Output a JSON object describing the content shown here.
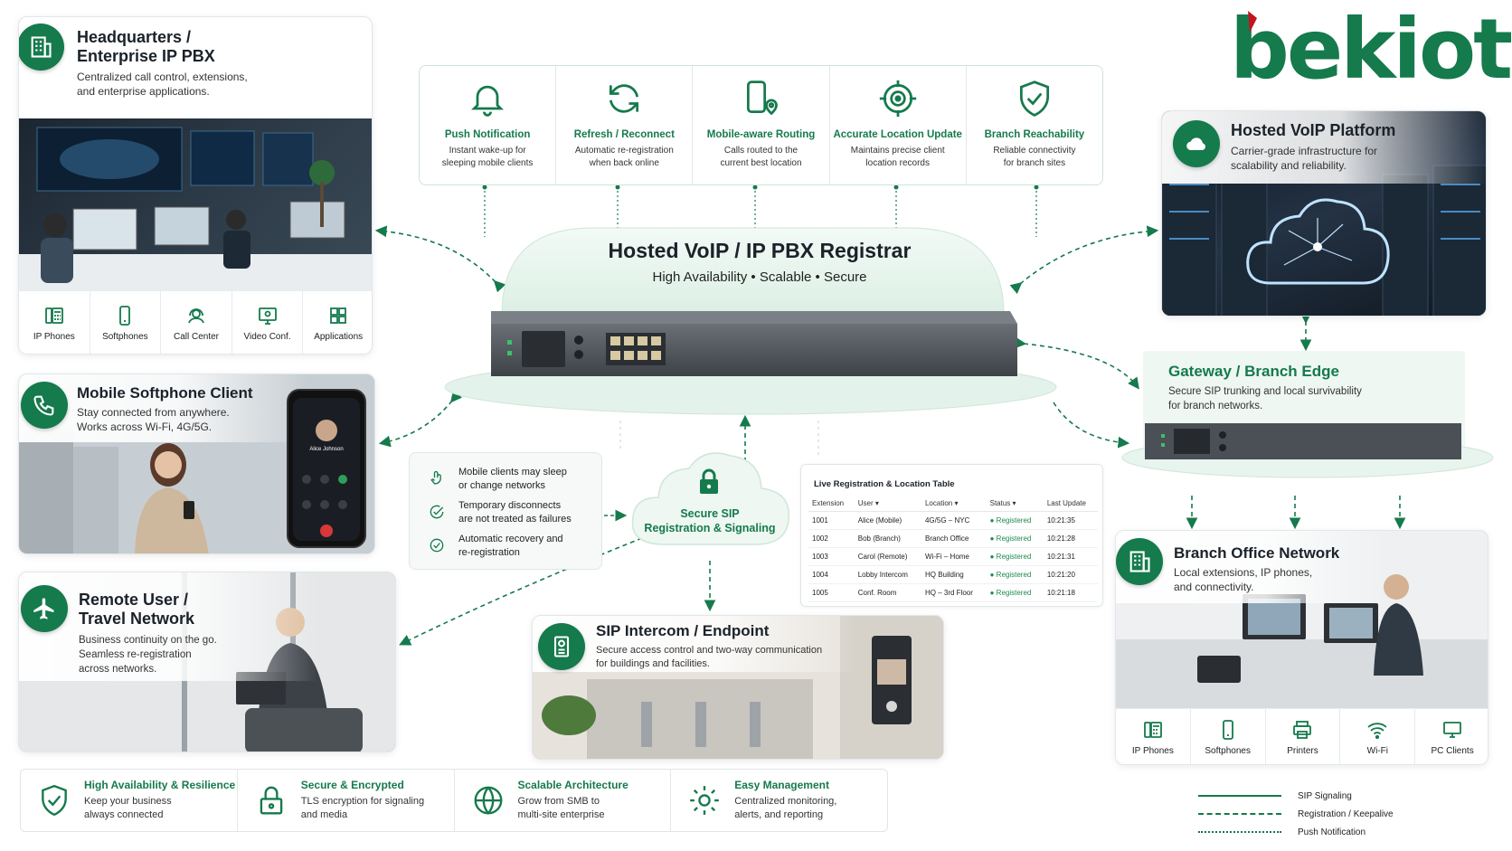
{
  "brand": {
    "logo_text": "bekiot",
    "primary": "#157a4c",
    "accent": "#c0151f"
  },
  "hq": {
    "title_1": "Headquarters /",
    "title_2": "Enterprise IP PBX",
    "desc_1": "Centralized call control, extensions,",
    "desc_2": "and enterprise applications.",
    "icons": [
      {
        "label": "IP Phones",
        "icon": "desk-phone-icon"
      },
      {
        "label": "Softphones",
        "icon": "smartphone-icon"
      },
      {
        "label": "Call Center",
        "icon": "headset-icon"
      },
      {
        "label": "Video Conf.",
        "icon": "video-conference-icon"
      },
      {
        "label": "Applications",
        "icon": "applications-icon"
      }
    ]
  },
  "mobile": {
    "title": "Mobile Softphone Client",
    "desc_1": "Stay connected from anywhere.",
    "desc_2": "Works across Wi-Fi, 4G/5G.",
    "caller": "Alice Johnson"
  },
  "remote": {
    "title_1": "Remote User /",
    "title_2": "Travel Network",
    "desc_1": "Business continuity on the go.",
    "desc_2": "Seamless re-registration",
    "desc_3": "across networks."
  },
  "features": [
    {
      "title": "Push Notification",
      "desc_1": "Instant wake-up for",
      "desc_2": "sleeping mobile clients",
      "icon": "bell-icon"
    },
    {
      "title": "Refresh / Reconnect",
      "desc_1": "Automatic re-registration",
      "desc_2": "when back online",
      "icon": "refresh-icon"
    },
    {
      "title": "Mobile-aware Routing",
      "desc_1": "Calls routed to the",
      "desc_2": "current best location",
      "icon": "mobile-location-icon"
    },
    {
      "title": "Accurate Location Update",
      "desc_1": "Maintains precise client",
      "desc_2": "location records",
      "icon": "target-icon"
    },
    {
      "title": "Branch Reachability",
      "desc_1": "Reliable connectivity",
      "desc_2": "for branch sites",
      "icon": "shield-check-icon"
    }
  ],
  "registrar": {
    "title": "Hosted VoIP / IP PBX Registrar",
    "subtitle": "High Availability • Scalable • Secure"
  },
  "hosted": {
    "title": "Hosted VoIP Platform",
    "desc_1": "Carrier-grade infrastructure for",
    "desc_2": "scalability and reliability."
  },
  "gateway": {
    "title": "Gateway / Branch Edge",
    "desc_1": "Secure SIP trunking and local survivability",
    "desc_2": "for branch networks."
  },
  "checklist": [
    {
      "line_1": "Mobile clients may sleep",
      "line_2": "or change networks",
      "icon": "touch-icon"
    },
    {
      "line_1": "Temporary disconnects",
      "line_2": "are not treated as failures",
      "icon": "check-icon"
    },
    {
      "line_1": "Automatic recovery and",
      "line_2": "re-registration",
      "icon": "check-box-icon"
    }
  ],
  "secure_cloud": {
    "line_1": "Secure SIP",
    "line_2": "Registration & Signaling"
  },
  "reg_table": {
    "title": "Live Registration & Location Table",
    "headers": [
      "Extension",
      "User ▾",
      "Location ▾",
      "Status ▾",
      "Last Update"
    ],
    "rows": [
      {
        "ext": "1001",
        "user": "Alice (Mobile)",
        "loc": "4G/5G – NYC",
        "status": "Registered",
        "time": "10:21:35"
      },
      {
        "ext": "1002",
        "user": "Bob (Branch)",
        "loc": "Branch Office",
        "status": "Registered",
        "time": "10:21:28"
      },
      {
        "ext": "1003",
        "user": "Carol (Remote)",
        "loc": "Wi-Fi – Home",
        "status": "Registered",
        "time": "10:21:31"
      },
      {
        "ext": "1004",
        "user": "Lobby Intercom",
        "loc": "HQ Building",
        "status": "Registered",
        "time": "10:21:20"
      },
      {
        "ext": "1005",
        "user": "Conf. Room",
        "loc": "HQ – 3rd Floor",
        "status": "Registered",
        "time": "10:21:18"
      }
    ]
  },
  "intercom": {
    "title": "SIP Intercom / Endpoint",
    "desc_1": "Secure access control and two-way communication",
    "desc_2": "for buildings and facilities."
  },
  "branch": {
    "title": "Branch Office Network",
    "desc_1": "Local extensions, IP phones,",
    "desc_2": "and connectivity.",
    "icons": [
      {
        "label": "IP Phones",
        "icon": "desk-phone-icon"
      },
      {
        "label": "Softphones",
        "icon": "smartphone-icon"
      },
      {
        "label": "Printers",
        "icon": "printer-icon"
      },
      {
        "label": "Wi-Fi",
        "icon": "wifi-icon"
      },
      {
        "label": "PC Clients",
        "icon": "monitor-icon"
      }
    ]
  },
  "bottom": [
    {
      "title": "High Availability & Resilience",
      "desc_1": "Keep your business",
      "desc_2": "always connected",
      "icon": "shield-check-icon"
    },
    {
      "title": "Secure & Encrypted",
      "desc_1": "TLS encryption for signaling",
      "desc_2": "and media",
      "icon": "lock-icon"
    },
    {
      "title": "Scalable Architecture",
      "desc_1": "Grow from SMB to",
      "desc_2": "multi-site enterprise",
      "icon": "globe-icon"
    },
    {
      "title": "Easy Management",
      "desc_1": "Centralized monitoring,",
      "desc_2": "alerts, and reporting",
      "icon": "gear-icon"
    }
  ],
  "legend": [
    {
      "label": "SIP Signaling",
      "style": "solid"
    },
    {
      "label": "Registration / Keepalive",
      "style": "dashed"
    },
    {
      "label": "Push Notification",
      "style": "dotted"
    }
  ]
}
